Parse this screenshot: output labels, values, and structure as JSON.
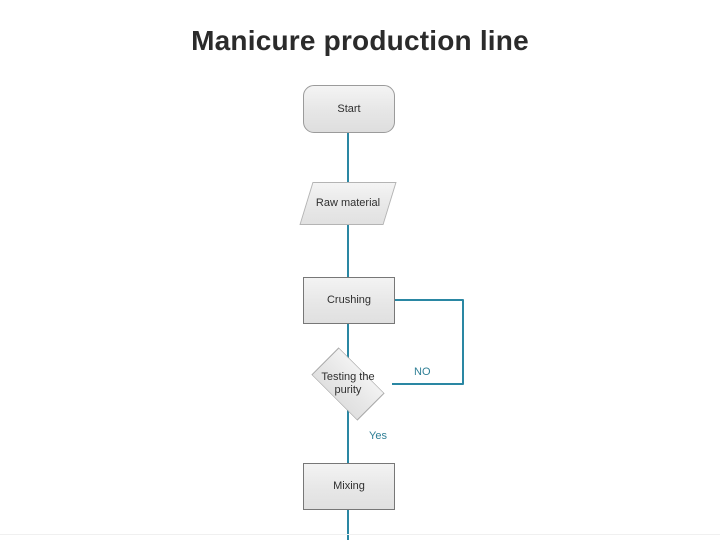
{
  "slide": {
    "title": "Manicure production line",
    "background_color": "#ffffff",
    "title_color": "#2b2b2b"
  },
  "theme": {
    "connector_color": "#2a87a3",
    "node_fill_top": "#f4f4f4",
    "node_fill_bottom": "#dedede",
    "node_border": "#9b9b9b",
    "branch_label_color": "#2f7f96"
  },
  "flowchart": {
    "nodes": [
      {
        "id": "start",
        "label": "Start",
        "shape": "terminator"
      },
      {
        "id": "raw",
        "label": "Raw material",
        "shape": "data"
      },
      {
        "id": "crushing",
        "label": "Crushing",
        "shape": "process"
      },
      {
        "id": "testing",
        "label": "Testing the\npurity",
        "shape": "decision"
      },
      {
        "id": "mixing",
        "label": "Mixing",
        "shape": "process"
      }
    ],
    "branch_labels": {
      "no": "NO",
      "yes": "Yes"
    },
    "edges": [
      {
        "from": "start",
        "to": "raw",
        "label": ""
      },
      {
        "from": "raw",
        "to": "crushing",
        "label": ""
      },
      {
        "from": "crushing",
        "to": "testing",
        "label": ""
      },
      {
        "from": "testing",
        "to": "crushing",
        "label": "NO"
      },
      {
        "from": "testing",
        "to": "mixing",
        "label": "Yes"
      },
      {
        "from": "mixing",
        "to": "",
        "label": ""
      }
    ]
  }
}
